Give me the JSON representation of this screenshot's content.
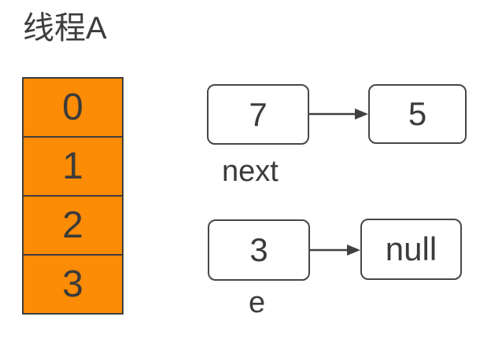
{
  "title": "线程A",
  "colors": {
    "array_fill": "#fc8b05",
    "array_border": "#3e3e3e",
    "node_border": "#474747",
    "node_fill": "#ffffff",
    "text": "#3b3b3b",
    "arrow": "#404040"
  },
  "array": {
    "cells": [
      "0",
      "1",
      "2",
      "3"
    ]
  },
  "links": [
    {
      "from": "7",
      "to": "5",
      "label": "next"
    },
    {
      "from": "3",
      "to": "null",
      "label": "e"
    }
  ]
}
